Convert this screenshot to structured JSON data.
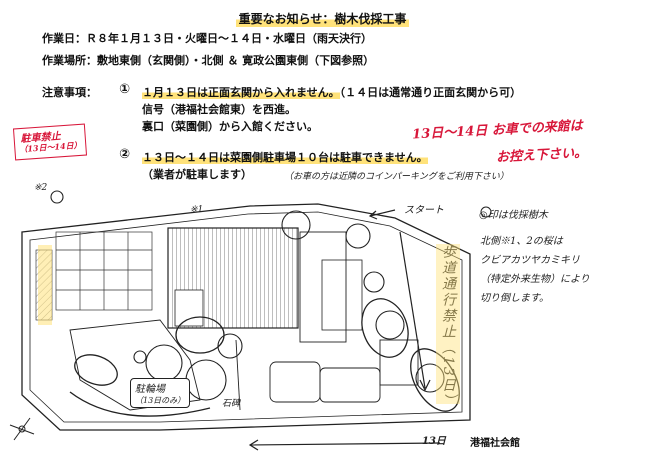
{
  "title": "重要なお知らせ：樹木伐採工事",
  "dates": {
    "label": "作業日：",
    "value": "Ｒ８年１月１３日・火曜日～１４日・水曜日（雨天決行）"
  },
  "location": {
    "label": "作業場所：",
    "value": "敷地東側（玄関側）・北側 ＆ 寛政公園東側（下図参照）"
  },
  "notes_label": "注意事項：",
  "note1": {
    "num": "①",
    "line1_highlight": "１月１３日は正面玄関から入れません。",
    "line1_rest": "（１４日は通常通り正面玄関から可）",
    "line2": "信号（港福社会館東）を西進。",
    "line3": "裏口（菜園側）から入館ください。"
  },
  "note2": {
    "num": "②",
    "line1_highlight": "１３日～１４日は菜園側駐車場１０台は駐車できません。",
    "line2": "（業者が駐車します）",
    "handwritten": "（お車の方は近隣のコインパーキングをご利用下さい）"
  },
  "handwritten_red": {
    "line1": "13日～14日 お車での来館は",
    "line2": "お控え下さい。"
  },
  "left_box": {
    "line1": "駐車禁止",
    "line2": "（13日～14日）"
  },
  "map": {
    "start_label": "スタート",
    "legend": "◎印は伐採樹木",
    "north_note": [
      "北側※1、2の桜は",
      "クビアカツヤカミキリ",
      "（特定外来生物）により",
      "切り倒します。"
    ],
    "sidewalk": "歩道通行禁止（13日）",
    "bicycle": "駐輪場",
    "bicycle_sub": "（13日のみ）",
    "side_mark": "※2",
    "side_mark2": "※1",
    "bottom_date": "13日",
    "bottom_sign": "港福社会館",
    "left_label": "石碑"
  }
}
